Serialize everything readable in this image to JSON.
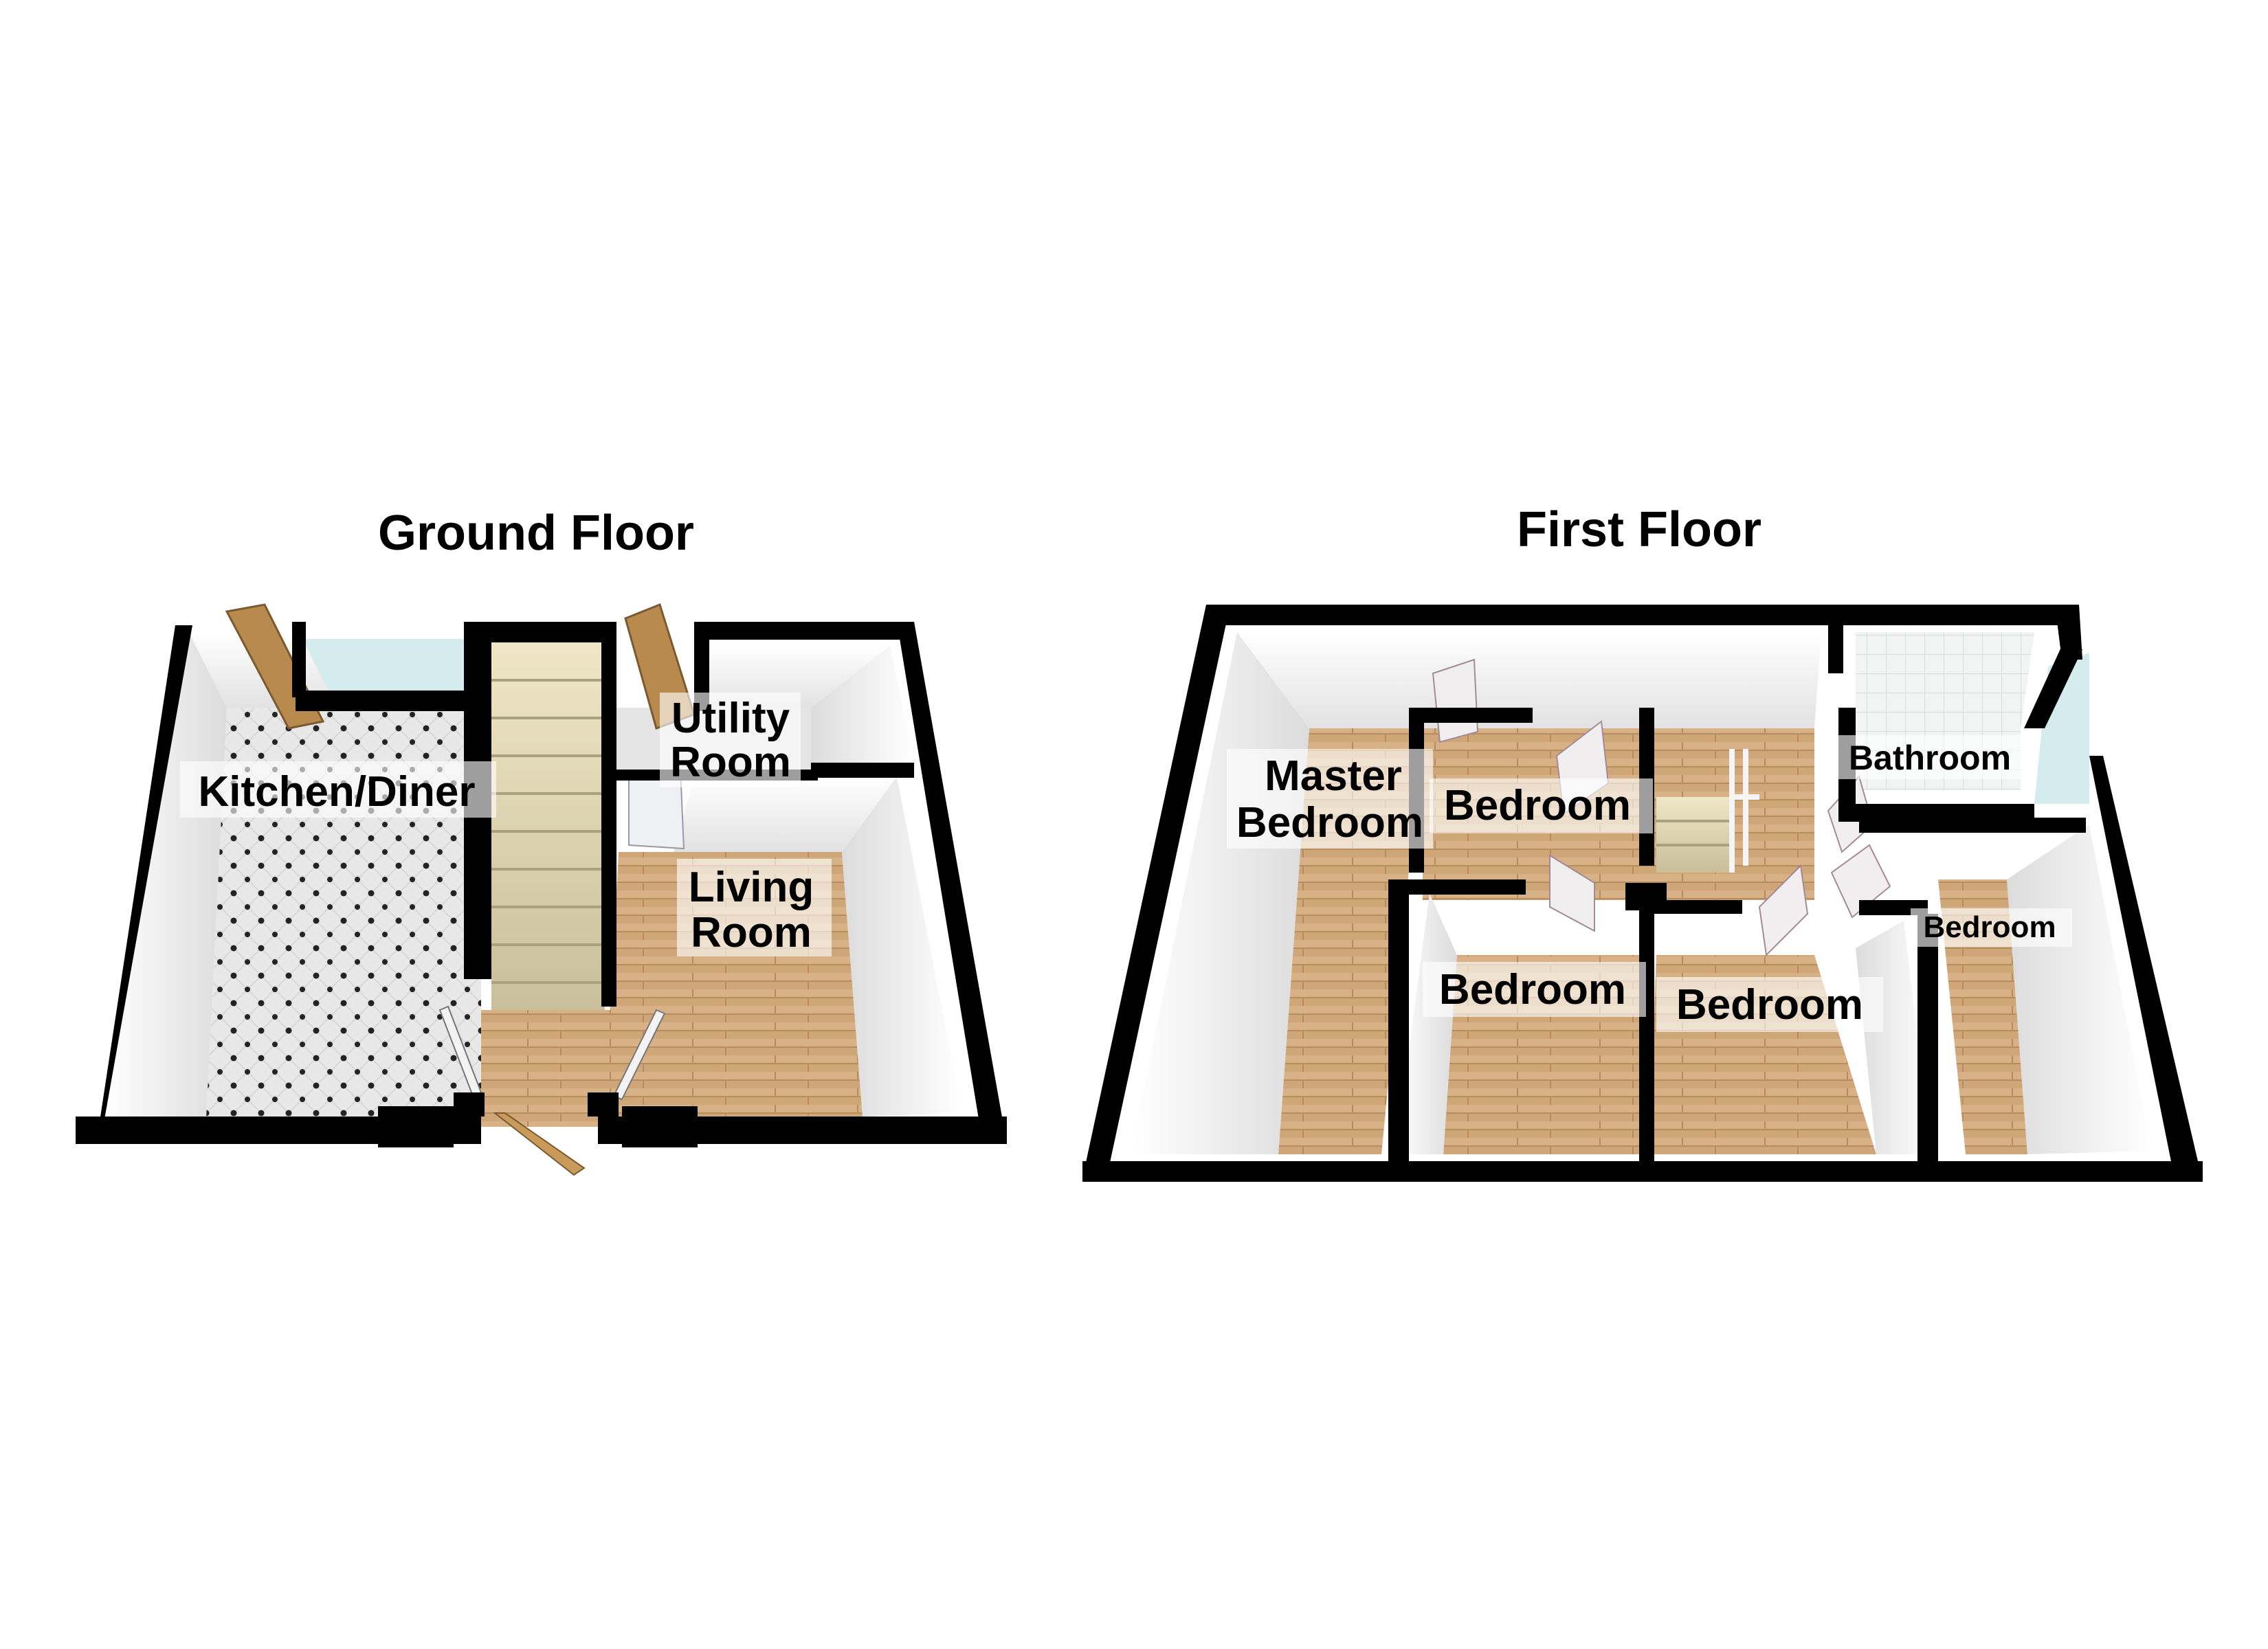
{
  "floors": [
    {
      "title": "Ground Floor",
      "rooms": [
        {
          "id": "kitchen-diner",
          "lines": [
            "Kitchen/Diner"
          ]
        },
        {
          "id": "utility-room",
          "lines": [
            "Utility",
            "Room"
          ]
        },
        {
          "id": "living-room",
          "lines": [
            "Living",
            "Room"
          ]
        }
      ]
    },
    {
      "title": "First Floor",
      "rooms": [
        {
          "id": "master-bedroom",
          "lines": [
            "Master",
            "Bedroom"
          ]
        },
        {
          "id": "bedroom-2",
          "lines": [
            "Bedroom"
          ]
        },
        {
          "id": "bathroom",
          "lines": [
            "Bathroom"
          ]
        },
        {
          "id": "bedroom-3",
          "lines": [
            "Bedroom"
          ]
        },
        {
          "id": "bedroom-4",
          "lines": [
            "Bedroom"
          ]
        },
        {
          "id": "bedroom-5",
          "lines": [
            "Bedroom"
          ]
        }
      ]
    }
  ],
  "colors": {
    "wall": "#000000",
    "floor_wood": "#cfa678",
    "floor_tile": "#e6e6e6",
    "wall_face": "#f4f4f4",
    "carpet": "#d9d0a8",
    "door": "#b98a4e",
    "window": "#cfe8ea"
  }
}
